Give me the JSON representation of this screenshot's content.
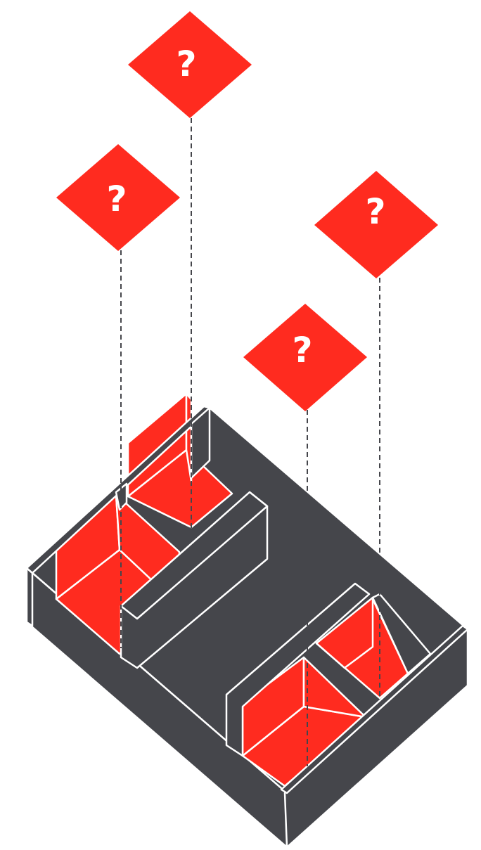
{
  "colors": {
    "floor": "#45464b",
    "wall": "#45464b",
    "accent": "#ff2b1f",
    "edge": "#ffffff",
    "background": "#ffffff",
    "leader": "#45464b",
    "marker_text": "#ffffff"
  },
  "markers": [
    {
      "id": "marker-1",
      "label": "?"
    },
    {
      "id": "marker-2",
      "label": "?"
    },
    {
      "id": "marker-3",
      "label": "?"
    },
    {
      "id": "marker-4",
      "label": "?"
    }
  ],
  "rooms": [
    {
      "id": "room-back-left-small",
      "highlighted": true
    },
    {
      "id": "room-front-left-large",
      "highlighted": true
    },
    {
      "id": "room-back-right-small",
      "highlighted": true
    },
    {
      "id": "room-front-right-large",
      "highlighted": true
    }
  ]
}
